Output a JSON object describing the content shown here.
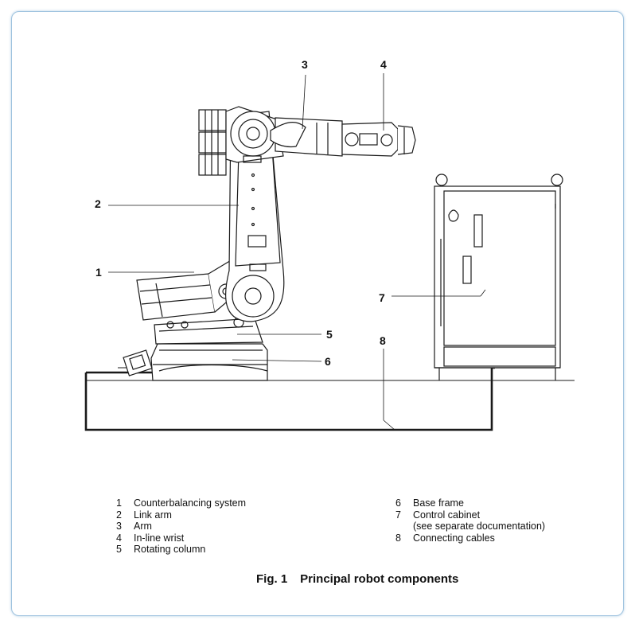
{
  "callouts": [
    {
      "number": "1"
    },
    {
      "number": "2"
    },
    {
      "number": "3"
    },
    {
      "number": "4"
    },
    {
      "number": "5"
    },
    {
      "number": "6"
    },
    {
      "number": "7"
    },
    {
      "number": "8"
    }
  ],
  "legend_left": [
    {
      "number": "1",
      "text": "Counterbalancing system"
    },
    {
      "number": "2",
      "text": "Link arm"
    },
    {
      "number": "3",
      "text": "Arm"
    },
    {
      "number": "4",
      "text": "In-line wrist"
    },
    {
      "number": "5",
      "text": "Rotating column"
    }
  ],
  "legend_right": [
    {
      "number": "6",
      "text": "Base frame"
    },
    {
      "number": "7",
      "text": "Control cabinet"
    },
    {
      "number": "",
      "text": "(see separate documentation)"
    },
    {
      "number": "8",
      "text": "Connecting cables"
    }
  ],
  "caption": {
    "figure": "Fig. 1",
    "title": "Principal robot components"
  },
  "colors": {
    "line": "#1a1a1a",
    "border": "#9fc3df"
  }
}
